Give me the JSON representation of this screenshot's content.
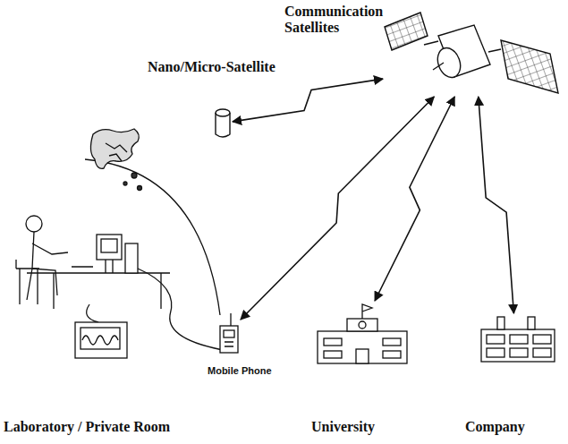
{
  "diagram": {
    "nodes": [
      {
        "text": [
          "Communication Satellites"
        ]
      },
      {
        "text": [
          "Nano/Micro-Satellite"
        ]
      },
      {
        "text": [
          "Laboratory / Private Room"
        ]
      },
      {
        "text": [
          "Mobile Phone"
        ],
        "in": 2
      },
      {
        "text": [
          "University"
        ]
      },
      {
        "text": [
          "Company"
        ]
      }
    ],
    "edges": [
      {
        "from": 1,
        "to": 0,
        "arrow": "both"
      },
      {
        "from": 0,
        "to": 3,
        "arrow": "both"
      },
      {
        "from": 0,
        "to": 4,
        "arrow": "both"
      },
      {
        "from": 0,
        "to": 5,
        "arrow": "both"
      }
    ]
  }
}
